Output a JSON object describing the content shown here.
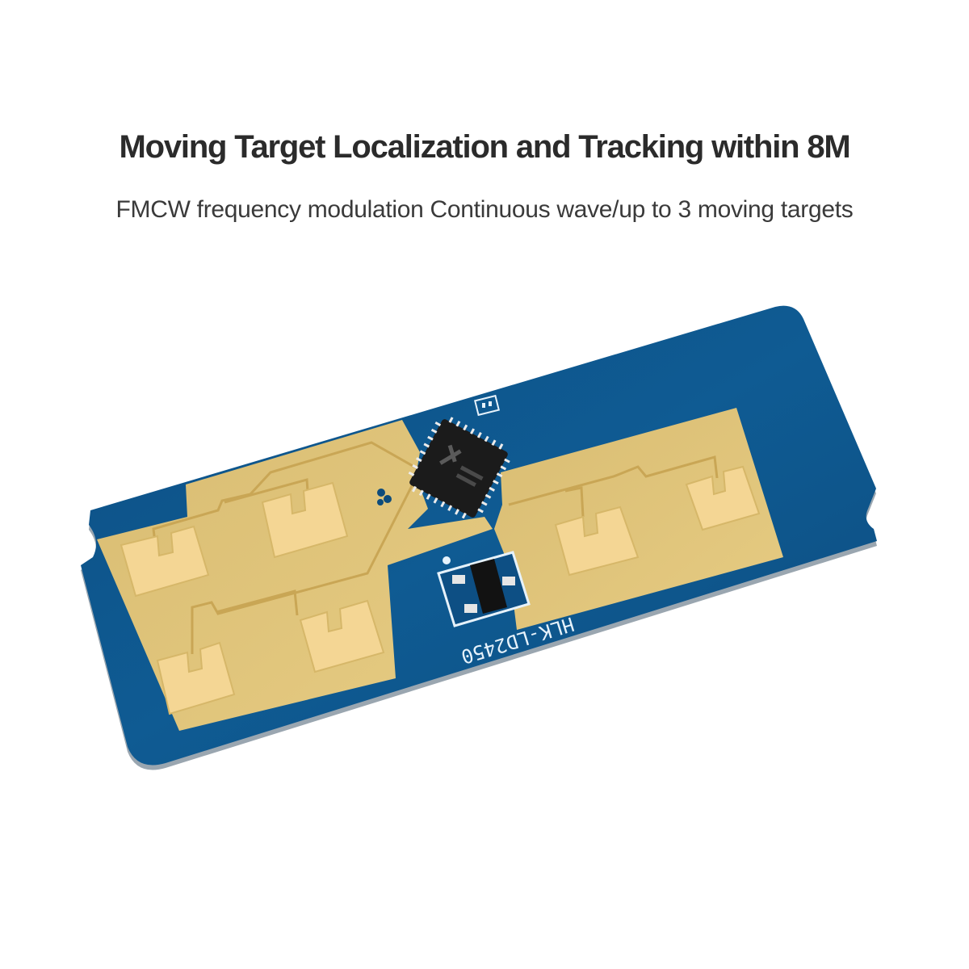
{
  "header": {
    "title": "Moving Target Localization and Tracking within 8M",
    "subtitle": "FMCW frequency modulation Continuous wave/up to 3 moving targets"
  },
  "product": {
    "silkscreen_label": "HLK-LD2450",
    "board_color": "#0e5a92",
    "antenna_color": "#e2c77e",
    "patch_color": "#f6d99a",
    "chip_color": "#1b1b1b",
    "silk_color": "#e6f2fb",
    "transmit_patches": 4,
    "receive_patches": 2
  }
}
